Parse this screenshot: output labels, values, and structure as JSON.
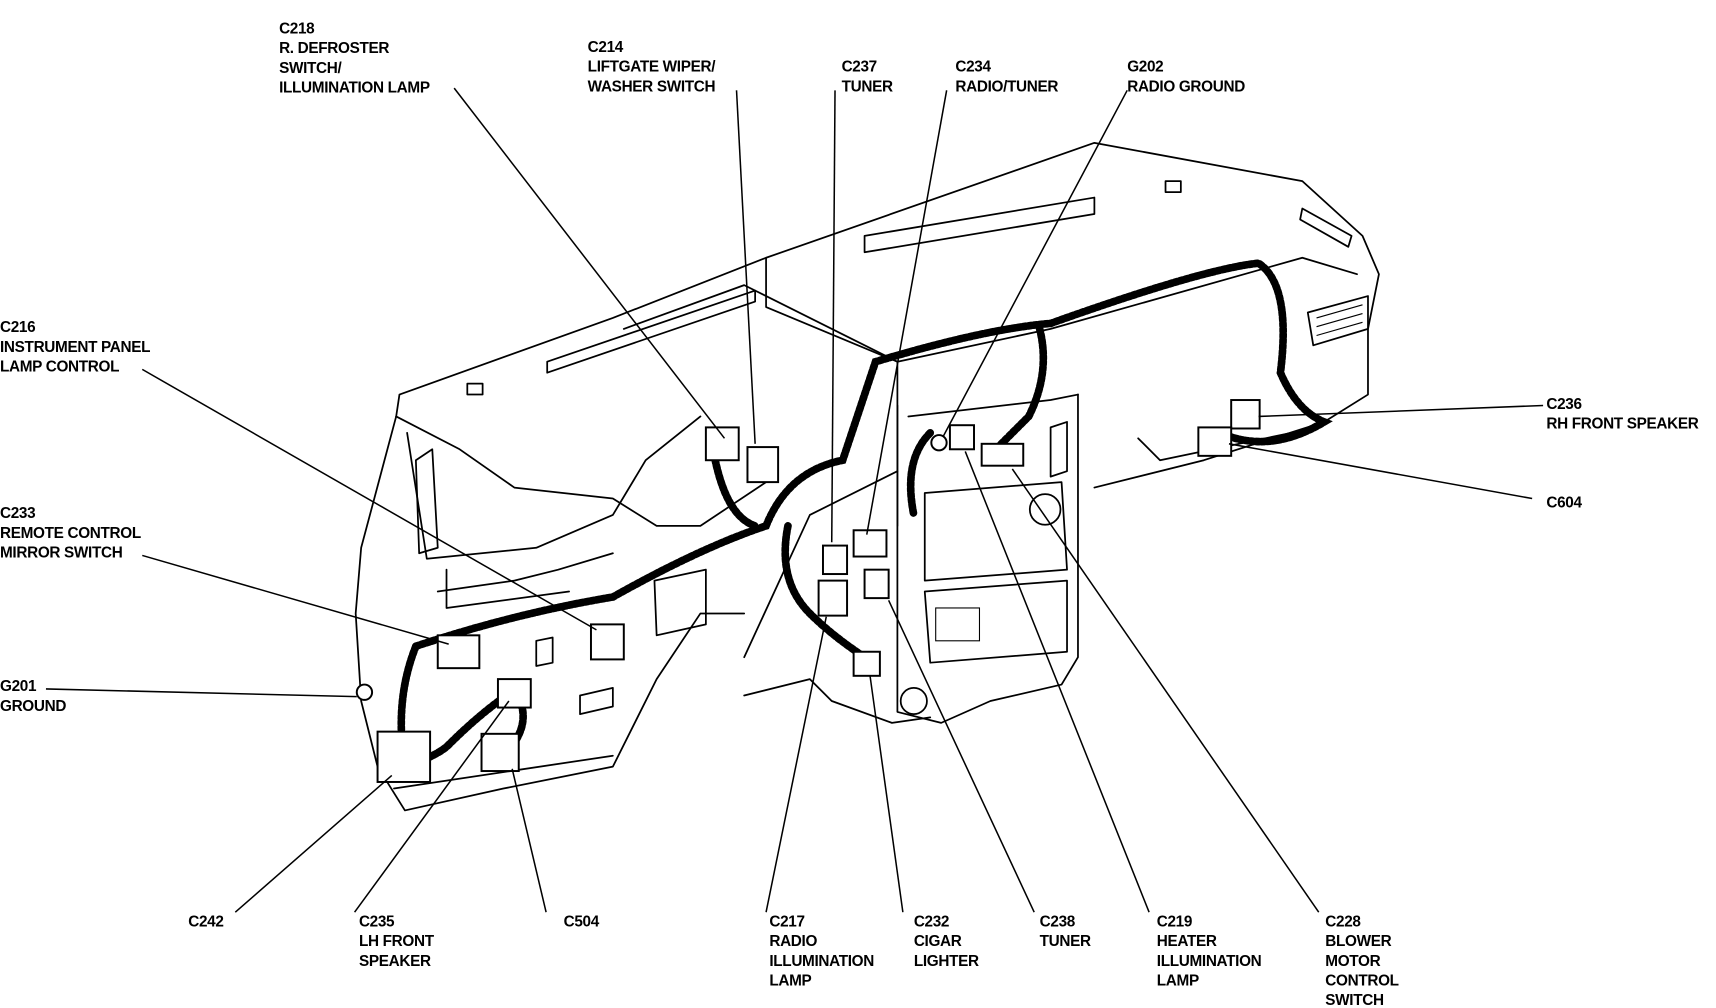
{
  "callouts": [
    {
      "id": "c218",
      "lines": [
        "C218",
        "R. DEFROSTER",
        "SWITCH/",
        "ILLUMINATION LAMP"
      ]
    },
    {
      "id": "c214",
      "lines": [
        "C214",
        "LIFTGATE WIPER/",
        "WASHER SWITCH"
      ]
    },
    {
      "id": "c237",
      "lines": [
        "C237",
        "TUNER"
      ]
    },
    {
      "id": "c234",
      "lines": [
        "C234",
        "RADIO/TUNER"
      ]
    },
    {
      "id": "g202",
      "lines": [
        "G202",
        "RADIO GROUND"
      ]
    },
    {
      "id": "c216",
      "lines": [
        "C216",
        "INSTRUMENT PANEL",
        "LAMP CONTROL"
      ]
    },
    {
      "id": "c233",
      "lines": [
        "C233",
        "REMOTE CONTROL",
        "MIRROR SWITCH"
      ]
    },
    {
      "id": "g201",
      "lines": [
        "G201",
        "GROUND"
      ]
    },
    {
      "id": "c236",
      "lines": [
        "C236",
        "RH FRONT SPEAKER"
      ]
    },
    {
      "id": "c604",
      "lines": [
        "C604"
      ]
    },
    {
      "id": "c242",
      "lines": [
        "C242"
      ]
    },
    {
      "id": "c235",
      "lines": [
        "C235",
        "LH FRONT",
        "SPEAKER"
      ]
    },
    {
      "id": "c504",
      "lines": [
        "C504"
      ]
    },
    {
      "id": "c217",
      "lines": [
        "C217",
        "RADIO",
        "ILLUMINATION",
        "LAMP"
      ]
    },
    {
      "id": "c232",
      "lines": [
        "C232",
        "CIGAR",
        "LIGHTER"
      ]
    },
    {
      "id": "c238",
      "lines": [
        "C238",
        "TUNER"
      ]
    },
    {
      "id": "c219",
      "lines": [
        "C219",
        "HEATER",
        "ILLUMINATION",
        "LAMP"
      ]
    },
    {
      "id": "c228",
      "lines": [
        "C228",
        "BLOWER",
        "MOTOR",
        "CONTROL",
        "SWITCH"
      ]
    }
  ]
}
